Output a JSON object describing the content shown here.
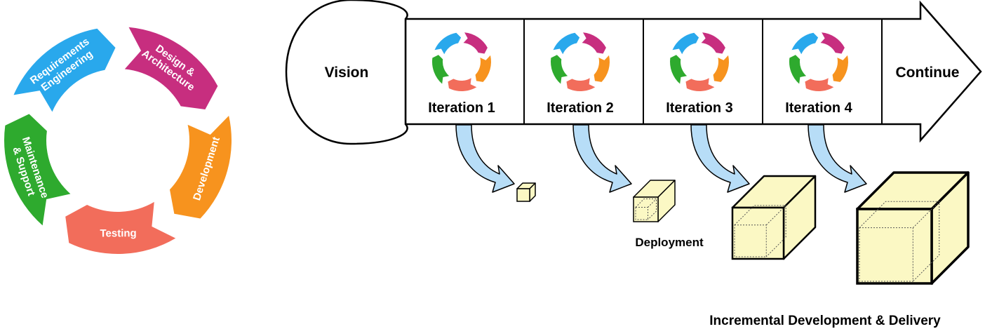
{
  "lifecycle": {
    "segments": [
      {
        "id": "requirements",
        "label_lines": [
          "Requirements",
          "Engineering"
        ],
        "color": "#29A8EC"
      },
      {
        "id": "design",
        "label_lines": [
          "Design &",
          "Architecture"
        ],
        "color": "#C72E7F"
      },
      {
        "id": "development",
        "label_lines": [
          "Development"
        ],
        "color": "#F7931E"
      },
      {
        "id": "testing",
        "label_lines": [
          "Testing"
        ],
        "color": "#F26D5B"
      },
      {
        "id": "maintenance",
        "label_lines": [
          "Maintenance",
          "& Support"
        ],
        "color": "#2EAA2E"
      }
    ]
  },
  "roadmap": {
    "vision_label": "Vision",
    "continue_label": "Continue",
    "iterations": [
      {
        "label": "Iteration 1"
      },
      {
        "label": "Iteration 2"
      },
      {
        "label": "Iteration 3"
      },
      {
        "label": "Iteration 4"
      }
    ],
    "deployment_label": "Deployment",
    "caption": "Incremental Development & Delivery",
    "arrow_color": "#B7DDF7",
    "box_color": "#FBF8C4"
  }
}
